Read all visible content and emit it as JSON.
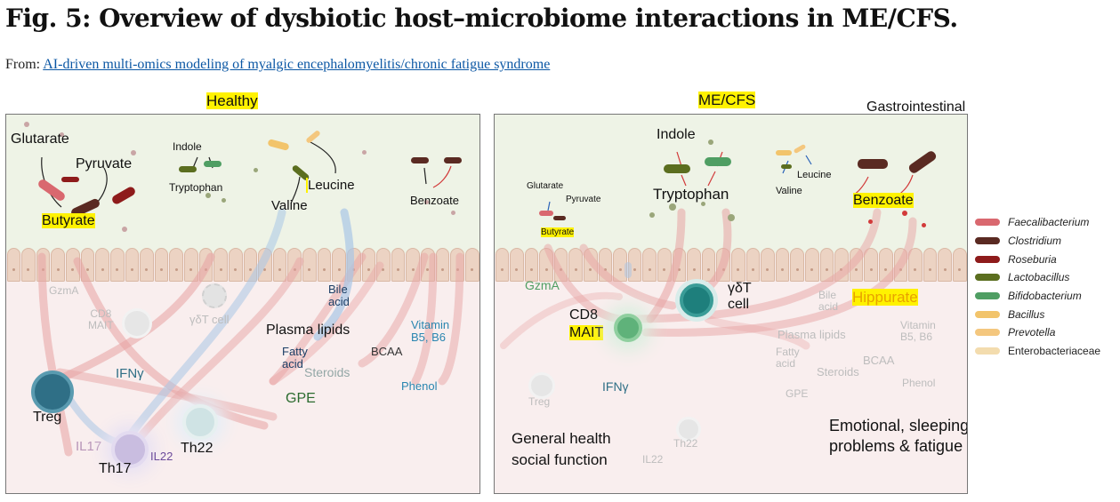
{
  "figure": {
    "title": "Fig. 5: Overview of dysbiotic host–microbiome interactions in ME/CFS.",
    "from_prefix": "From: ",
    "from_link": "AI-driven multi-omics modeling of myalgic encephalomyelitis/chronic fatigue syndrome"
  },
  "healthy": {
    "title": "Healthy",
    "glutarate": "Glutarate",
    "pyruvate": "Pyruvate",
    "butyrate": "Butyrate",
    "indole": "Indole",
    "tryptophan": "Tryptophan",
    "leucine": "Leucine",
    "valine": "Valine",
    "benzoate": "Benzoate",
    "gzma": "GzmA",
    "cd8_mait": "CD8\nMAIT",
    "gdt_cell": "γδT cell",
    "bile_acid": "Bile\nacid",
    "plasma_lipids": "Plasma lipids",
    "fatty_acid": "Fatty\nacid",
    "steroids": "Steroids",
    "bcaa": "BCAA",
    "vitamin": "Vitamin\nB5, B6",
    "phenol": "Phenol",
    "gpe": "GPE",
    "ifng": "IFNγ",
    "treg": "Treg",
    "il17": "IL17",
    "th17": "Th17",
    "il22": "IL22",
    "th22": "Th22"
  },
  "mecfs": {
    "title": "ME/CFS",
    "gi_problems": "Gastrointestinal\nproblems",
    "indole": "Indole",
    "tryptophan": "Tryptophan",
    "glutarate": "Glutarate",
    "pyruvate": "Pyruvate",
    "butyrate": "Butyrate",
    "leucine": "Leucine",
    "valine": "Valine",
    "benzoate": "Benzoate",
    "gzma": "GzmA",
    "gdt_cell": "γδT\ncell",
    "bile_acid": "Bile\nacid",
    "hippurate": "Hippurate",
    "cd8": "CD8",
    "mait": "MAIT",
    "plasma_lipids": "Plasma lipids",
    "vitamin": "Vitamin\nB5, B6",
    "fatty_acid": "Fatty\nacid",
    "bcaa": "BCAA",
    "steroids": "Steroids",
    "phenol": "Phenol",
    "treg": "Treg",
    "ifng": "IFNγ",
    "gpe": "GPE",
    "emotional": "Emotional, sleeping\nproblems & fatigue",
    "general_health": "General health\nsocial function",
    "th22": "Th22",
    "il22": "IL22"
  },
  "legend": [
    {
      "label": "Faecalibacterium",
      "color": "#d9686f"
    },
    {
      "label": "Clostridium",
      "color": "#5a2a22"
    },
    {
      "label": "Roseburia",
      "color": "#8e1b1b"
    },
    {
      "label": "Lactobacillus",
      "color": "#5b6e1f"
    },
    {
      "label": "Bifidobacterium",
      "color": "#4f9e63"
    },
    {
      "label": "Bacillus",
      "color": "#f2c46b"
    },
    {
      "label": "Prevotella",
      "color": "#f4c77e"
    },
    {
      "label": "Enterobacteriaceae",
      "color": "#f3dcae"
    }
  ],
  "colors": {
    "highlight": "#fff200",
    "immune_red": "#e8a3a3",
    "immune_blue": "#a9c6e6",
    "treg": "#2f6f86",
    "th17": "#c9bde0",
    "th22": "#cfe3e4",
    "mait": "#5fb27a",
    "gdt": "#1e7f7c",
    "gut_lumen": "#eef3e6",
    "lamina_propria": "#f9eeee"
  }
}
